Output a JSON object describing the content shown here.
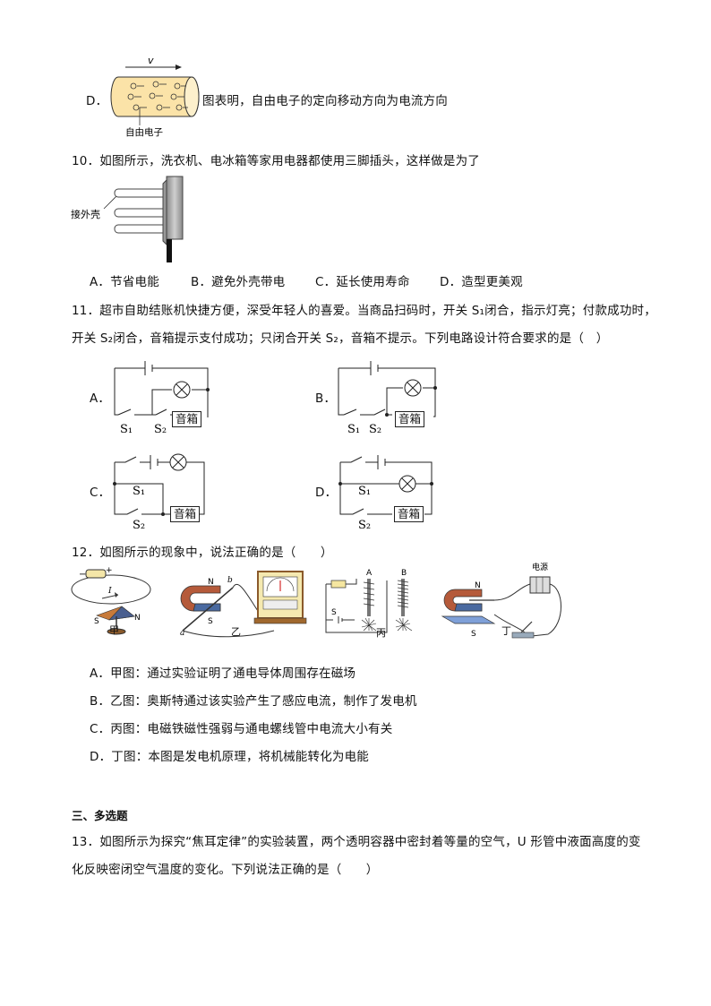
{
  "q9": {
    "optD_label": "D．",
    "optD_text": "图表明，自由电子的定向移动方向为电流方向",
    "fig_v": "v",
    "fig_caption": "自由电子"
  },
  "q10": {
    "stem": "10．如图所示，洗衣机、电冰箱等家用电器都使用三脚插头，这样做是为了",
    "fig_label": "接外壳",
    "options": [
      "A．节省电能",
      "B．避免外壳带电",
      "C．延长使用寿命",
      "D．造型更美观"
    ]
  },
  "q11": {
    "stem_line1": "11．超市自助结账机快捷方便，深受年轻人的喜爱。当商品扫码时，开关 S₁闭合，指示灯亮；付款成功时，",
    "stem_line2": "开关 S₂闭合，音箱提示支付成功；只闭合开关 S₂，音箱不提示。下列电路设计符合要求的是（　）",
    "option_labels": [
      "A．",
      "B．",
      "C．",
      "D．"
    ],
    "s1": "S₁",
    "s2": "S₂",
    "speaker": "音箱"
  },
  "q12": {
    "stem": "12．如图所示的现象中，说法正确的是（　　）",
    "fig_labels": {
      "jia": "甲",
      "yi": "乙",
      "bing": "丙",
      "ding": "丁",
      "power": "电源",
      "A": "A",
      "B": "B",
      "N": "N",
      "S": "S",
      "a": "a",
      "b": "b",
      "I": "I",
      "minus": "−",
      "plus": "+"
    },
    "options": [
      "A．甲图：通过实验证明了通电导体周围存在磁场",
      "B．乙图：奥斯特通过该实验产生了感应电流，制作了发电机",
      "C．丙图：电磁铁磁性强弱与通电螺线管中电流大小有关",
      "D．丁图：本图是发电机原理，将机械能转化为电能"
    ]
  },
  "section3": {
    "title": "三、多选题"
  },
  "q13": {
    "stem_line1": "13．如图所示为探究“焦耳定律”的实验装置，两个透明容器中密封着等量的空气，U 形管中液面高度的变",
    "stem_line2": "化反映密闭空气温度的变化。下列说法正确的是（　　）"
  }
}
